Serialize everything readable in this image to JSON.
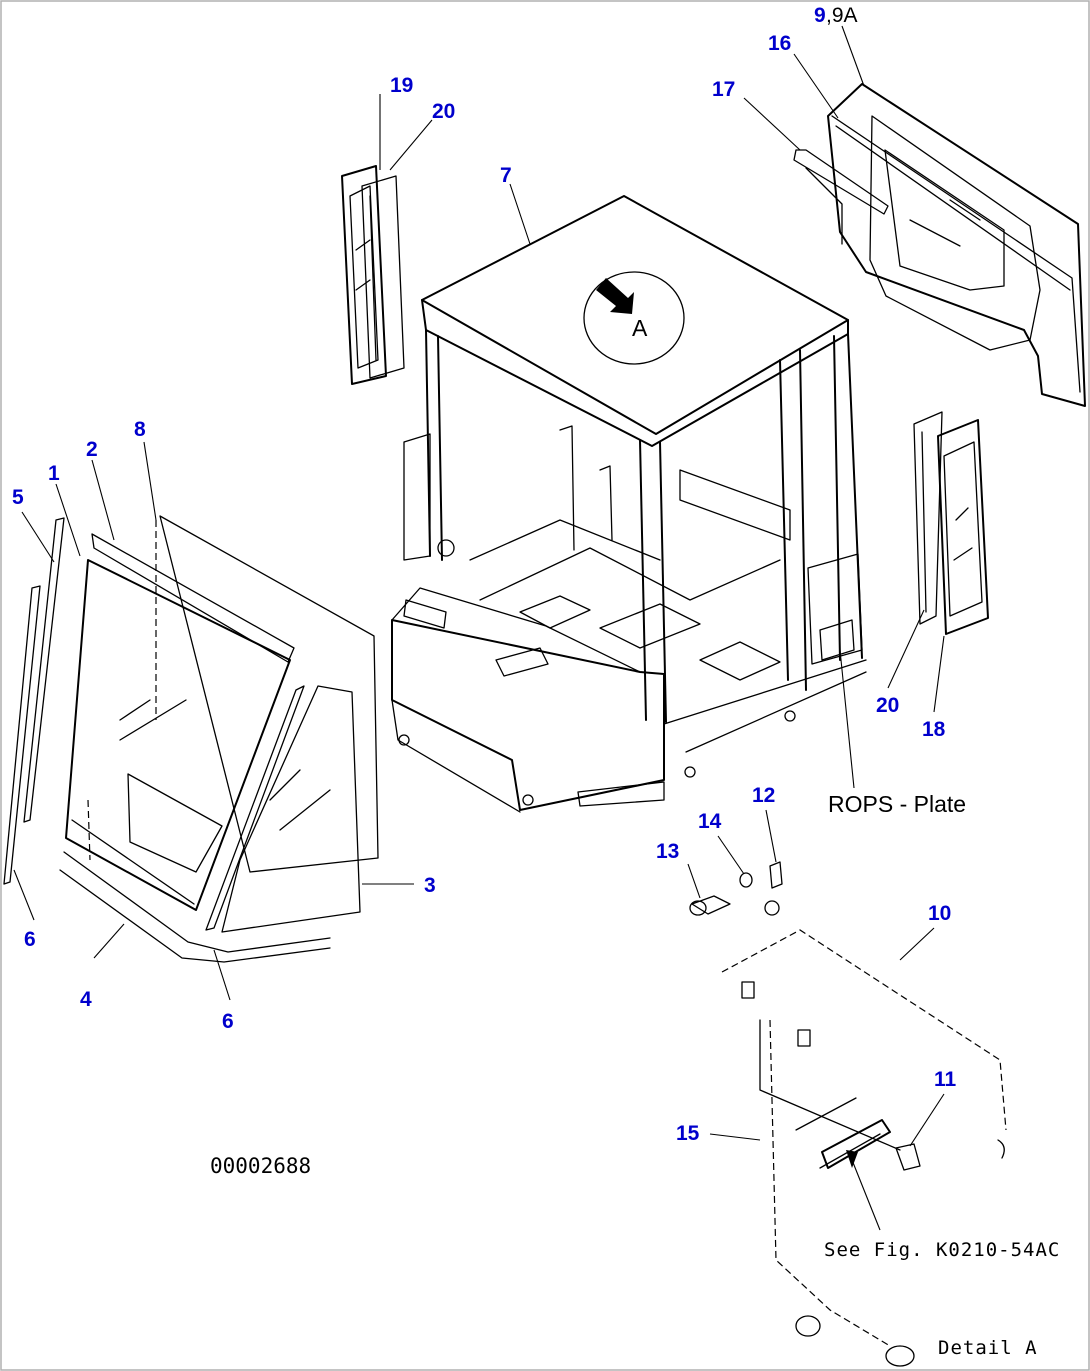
{
  "callouts": {
    "c1": "1",
    "c2": "2",
    "c3": "3",
    "c4": "4",
    "c5": "5",
    "c6a": "6",
    "c6b": "6",
    "c7": "7",
    "c8": "8",
    "c9": "9",
    "c9a": ",9A",
    "c10": "10",
    "c11": "11",
    "c12": "12",
    "c13": "13",
    "c14": "14",
    "c15": "15",
    "c16": "16",
    "c17": "17",
    "c18": "18",
    "c19": "19",
    "c20a": "20",
    "c20b": "20"
  },
  "labels": {
    "rops_plate": "ROPS - Plate",
    "drawing_number": "00002688",
    "see_fig": "See Fig. K0210-54AC",
    "detail": "Detail A",
    "view_marker": "A"
  }
}
